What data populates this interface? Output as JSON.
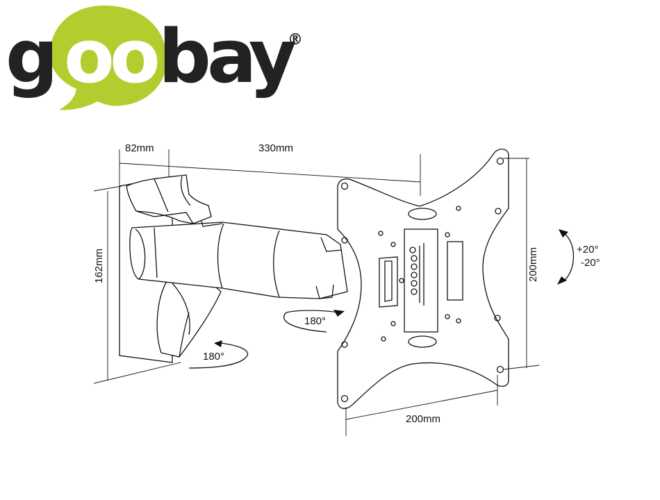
{
  "brand": {
    "name": "goobay",
    "letters": [
      "g",
      "o",
      "o",
      "b",
      "a",
      "y"
    ],
    "registered_mark": "®",
    "colors": {
      "text": "#222222",
      "accent": "#b5cc2e",
      "bubble_text": "#ffffff"
    }
  },
  "dimensions": {
    "arm_depth": "82mm",
    "arm_length": "330mm",
    "wall_plate_height": "162mm",
    "vesa_vertical": "200mm",
    "vesa_horizontal": "200mm"
  },
  "rotations": {
    "tilt_up": "+20°",
    "tilt_down": "-20°",
    "swivel_plate": "180°",
    "swivel_wall": "180°"
  },
  "colors": {
    "line": "#111111",
    "background": "#ffffff"
  }
}
